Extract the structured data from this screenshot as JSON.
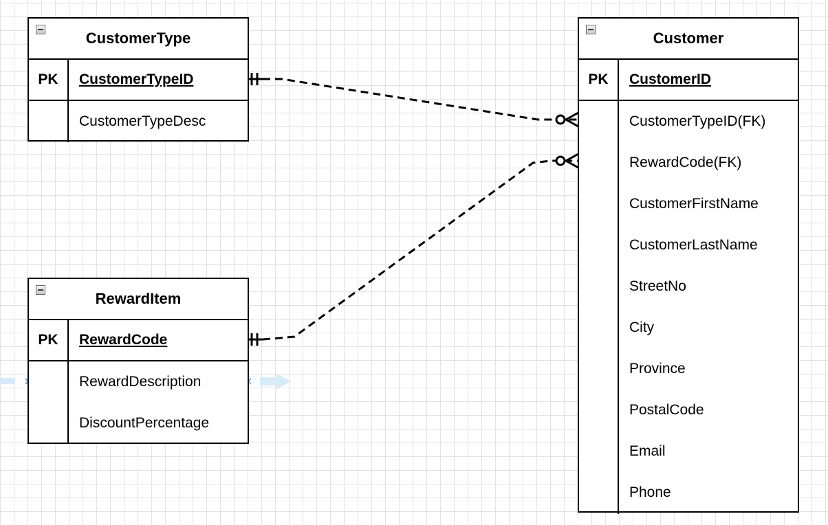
{
  "entities": {
    "customer_type": {
      "title": "CustomerType",
      "key_label": "PK",
      "pk": "CustomerTypeID",
      "attributes": [
        "CustomerTypeDesc"
      ]
    },
    "reward_item": {
      "title": "RewardItem",
      "key_label": "PK",
      "pk": "RewardCode",
      "attributes": [
        "RewardDescription",
        "DiscountPercentage"
      ]
    },
    "customer": {
      "title": "Customer",
      "key_label": "PK",
      "pk": "CustomerID",
      "attributes": [
        "CustomerTypeID(FK)",
        "RewardCode(FK)",
        "CustomerFirstName",
        "CustomerLastName",
        "StreetNo",
        "City",
        "Province",
        "PostalCode",
        "Email",
        "Phone"
      ]
    }
  },
  "relationships": [
    {
      "from": "CustomerType",
      "to": "Customer",
      "from_end": "one-and-only-one",
      "to_end": "zero-or-many",
      "style": "dashed"
    },
    {
      "from": "RewardItem",
      "to": "Customer",
      "from_end": "one-and-only-one",
      "to_end": "zero-or-many",
      "style": "dashed"
    }
  ],
  "colors": {
    "line": "#000000",
    "grid": "#e2e2e2",
    "selection_hint": "#5aa9dd"
  }
}
